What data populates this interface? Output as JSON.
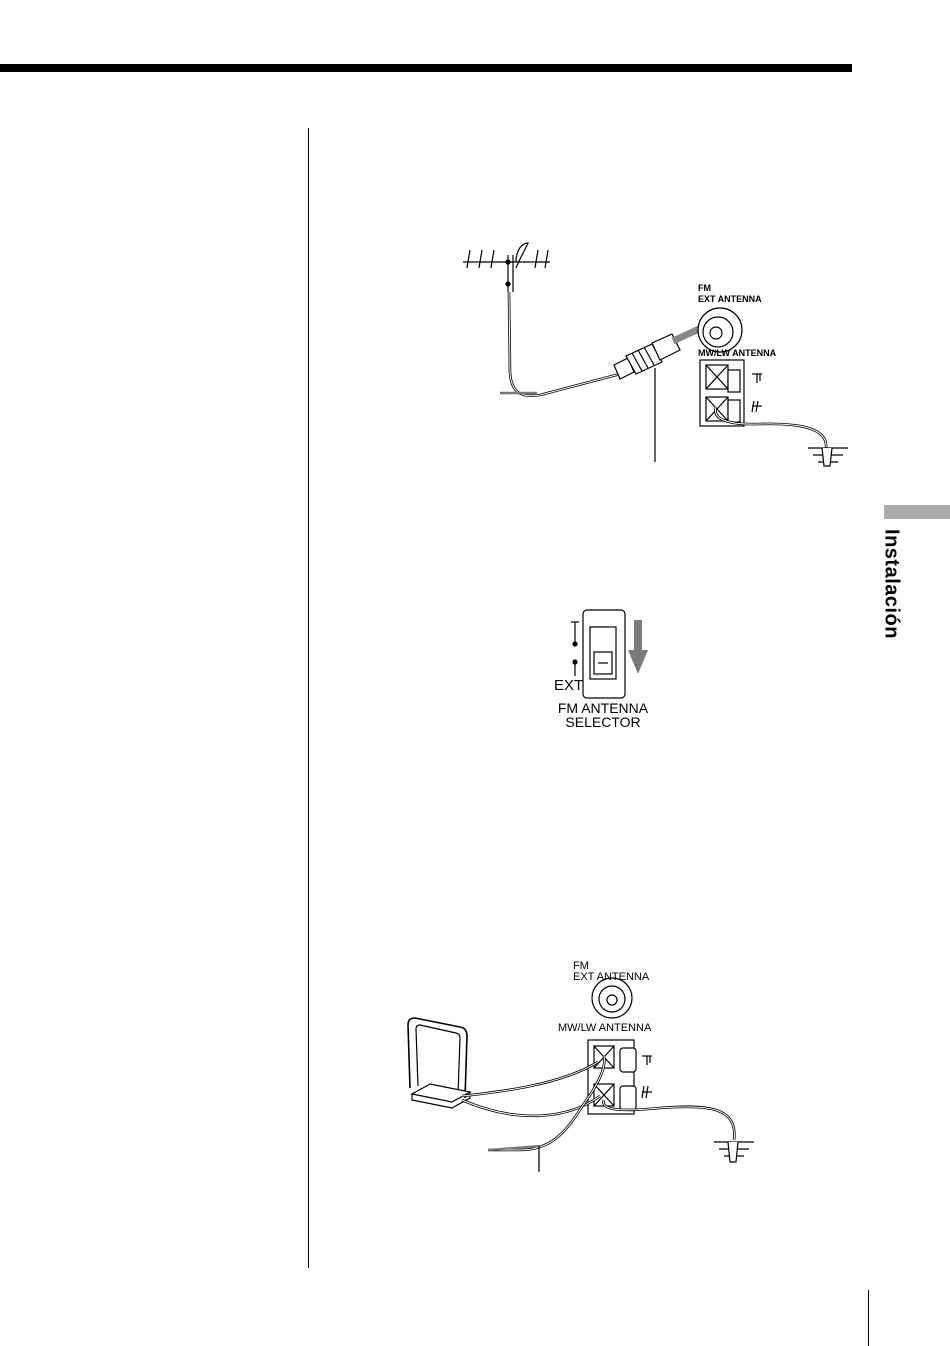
{
  "side_tab": {
    "label": "Instalación",
    "color": "#a9a9a9"
  },
  "figure1": {
    "fm_ext_line1": "FM",
    "fm_ext_line2": "EXT ANTENNA",
    "mwlw_label": "MW/LW ANTENNA",
    "antenna_symbol": "antenna-terminal-icon",
    "ground_symbol": "ground-terminal-icon"
  },
  "figure2": {
    "ext_label": "EXT",
    "selector_line1": "FM ANTENNA",
    "selector_line2": "SELECTOR"
  },
  "figure3": {
    "fm_ext_line1": "FM",
    "fm_ext_line2": "EXT ANTENNA",
    "mwlw_label": "MW/LW ANTENNA"
  }
}
